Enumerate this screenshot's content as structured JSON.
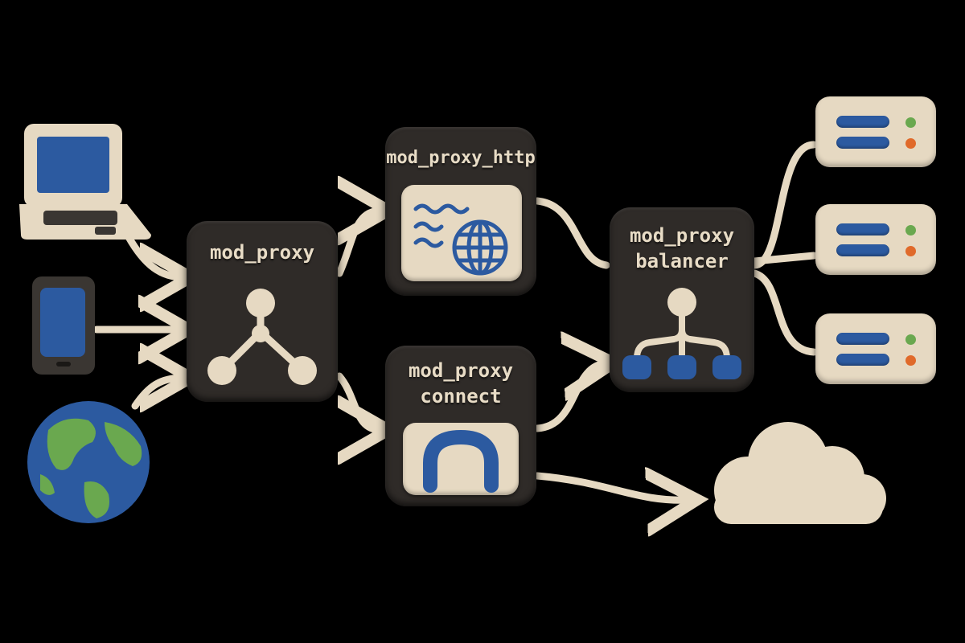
{
  "nodes": {
    "mod_proxy": {
      "label": "mod_proxy"
    },
    "mod_proxy_http": {
      "label": "mod_proxy_http"
    },
    "mod_proxy_connect": {
      "line1": "mod_proxy",
      "line2": "connect"
    },
    "mod_proxy_balancer": {
      "line1": "mod_proxy",
      "line2": "balancer"
    }
  },
  "clients": [
    {
      "name": "laptop-icon"
    },
    {
      "name": "phone-icon"
    },
    {
      "name": "globe-icon"
    }
  ],
  "backends": [
    {
      "name": "server-icon"
    },
    {
      "name": "server-icon"
    },
    {
      "name": "server-icon"
    }
  ],
  "external": {
    "name": "cloud-icon"
  },
  "colors": {
    "background": "#000000",
    "node": "#2f2b28",
    "clay": "#e6d9c2",
    "blue": "#2c5aa0",
    "green": "#6aa84f",
    "orange": "#e06a2a"
  }
}
